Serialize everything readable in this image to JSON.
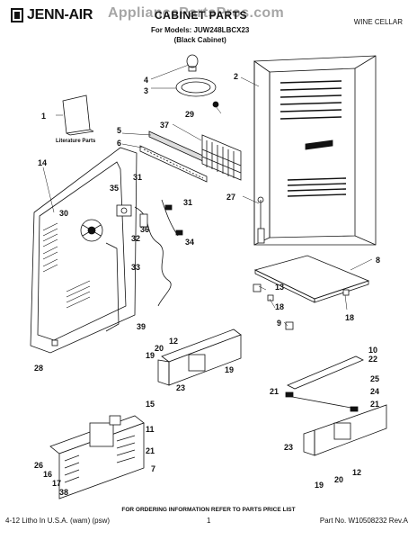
{
  "brand": {
    "name": "JENN-AIR"
  },
  "watermark": "AppliancePartsPros.com",
  "title": "CABINET PARTS",
  "models_line": "For Models: JUW248LBCX23",
  "cabinet_line": "(Black Cabinet)",
  "category": "WINE CELLAR",
  "literature_label": "Literature Parts",
  "footer_note": "FOR ORDERING INFORMATION REFER TO PARTS PRICE LIST",
  "footer_left": "4-12 Litho In U.S.A. (wam) (psw)",
  "footer_center": "1",
  "footer_right": "Part No. W10508232 Rev.A",
  "callouts": {
    "c1": "1",
    "c2": "2",
    "c3": "3",
    "c4": "4",
    "c5": "5",
    "c6": "6",
    "c7": "7",
    "c8": "8",
    "c9": "9",
    "c10": "10",
    "c11": "11",
    "c12a": "12",
    "c12b": "12",
    "c13": "13",
    "c14": "14",
    "c15": "15",
    "c16": "16",
    "c17": "17",
    "c18a": "18",
    "c18b": "18",
    "c19a": "19",
    "c19b": "19",
    "c19c": "19",
    "c20a": "20",
    "c20b": "20",
    "c21a": "21",
    "c21b": "21",
    "c21c": "21",
    "c22": "22",
    "c23a": "23",
    "c23b": "23",
    "c24": "24",
    "c25": "25",
    "c26": "26",
    "c27": "27",
    "c28": "28",
    "c29": "29",
    "c30": "30",
    "c31a": "31",
    "c31b": "31",
    "c32": "32",
    "c33": "33",
    "c34": "34",
    "c35": "35",
    "c36": "36",
    "c37": "37",
    "c38": "38",
    "c39": "39"
  }
}
